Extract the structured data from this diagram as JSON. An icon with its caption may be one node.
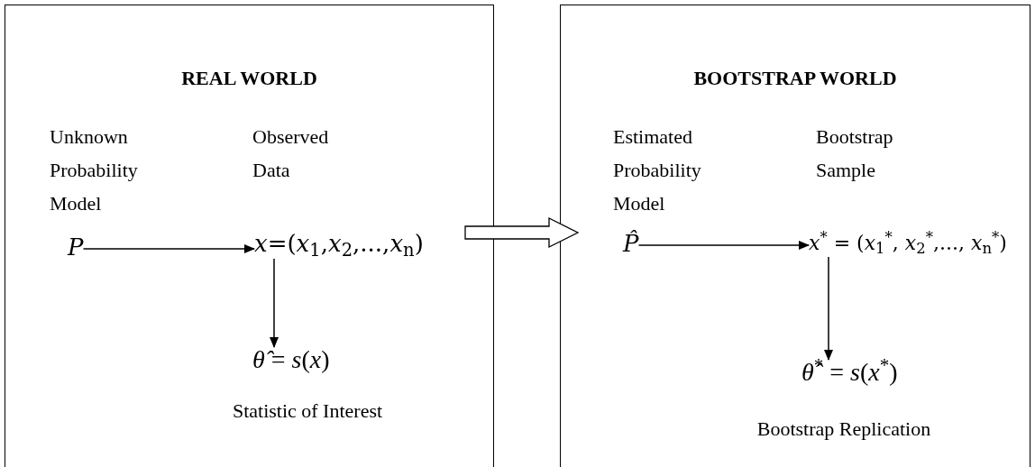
{
  "diagram": {
    "nodes": [
      {
        "text": [
          "REAL WORLD"
        ]
      },
      {
        "text": [
          "*P*"
        ],
        "in": 0
      },
      {
        "text": [
          "*x*=(*x*$_{1}$,*x*$_{2}$,...,*x*$_{n}$)"
        ],
        "in": 0
      },
      {
        "text": [
          "*θ̂* = *s*(*x*)"
        ],
        "in": 0,
        "beside": [
          "Statistic of Interest"
        ]
      },
      {
        "text": [
          "BOOTSTRAP WORLD"
        ]
      },
      {
        "text": [
          "*P̂*"
        ],
        "in": 4
      },
      {
        "text": [
          "*x*$^{*}$ = (*x*$_{1}$$^{*}$, *x*$_{2}$$^{*}$,..., *x*$_{n}$$^{*}$)"
        ],
        "in": 4
      },
      {
        "text": [
          "*θ̂*$^{*}$ = *s*(*x*$^{*}$)"
        ],
        "in": 4,
        "beside": [
          "Bootstrap Replication"
        ]
      }
    ],
    "edges": [
      {
        "from": 1,
        "to": 2,
        "arrow": "to"
      },
      {
        "from": 2,
        "to": 3,
        "arrow": "to"
      },
      {
        "from": 0,
        "to": 4,
        "arrow": "to",
        "style": "thick"
      },
      {
        "from": 5,
        "to": 6,
        "arrow": "to"
      },
      {
        "from": 6,
        "to": 7,
        "arrow": "to"
      }
    ],
    "labels": [
      "Unknown Probability Model",
      "Observed Data",
      "Estimated Probability Model",
      "Bootstrap Sample"
    ]
  }
}
